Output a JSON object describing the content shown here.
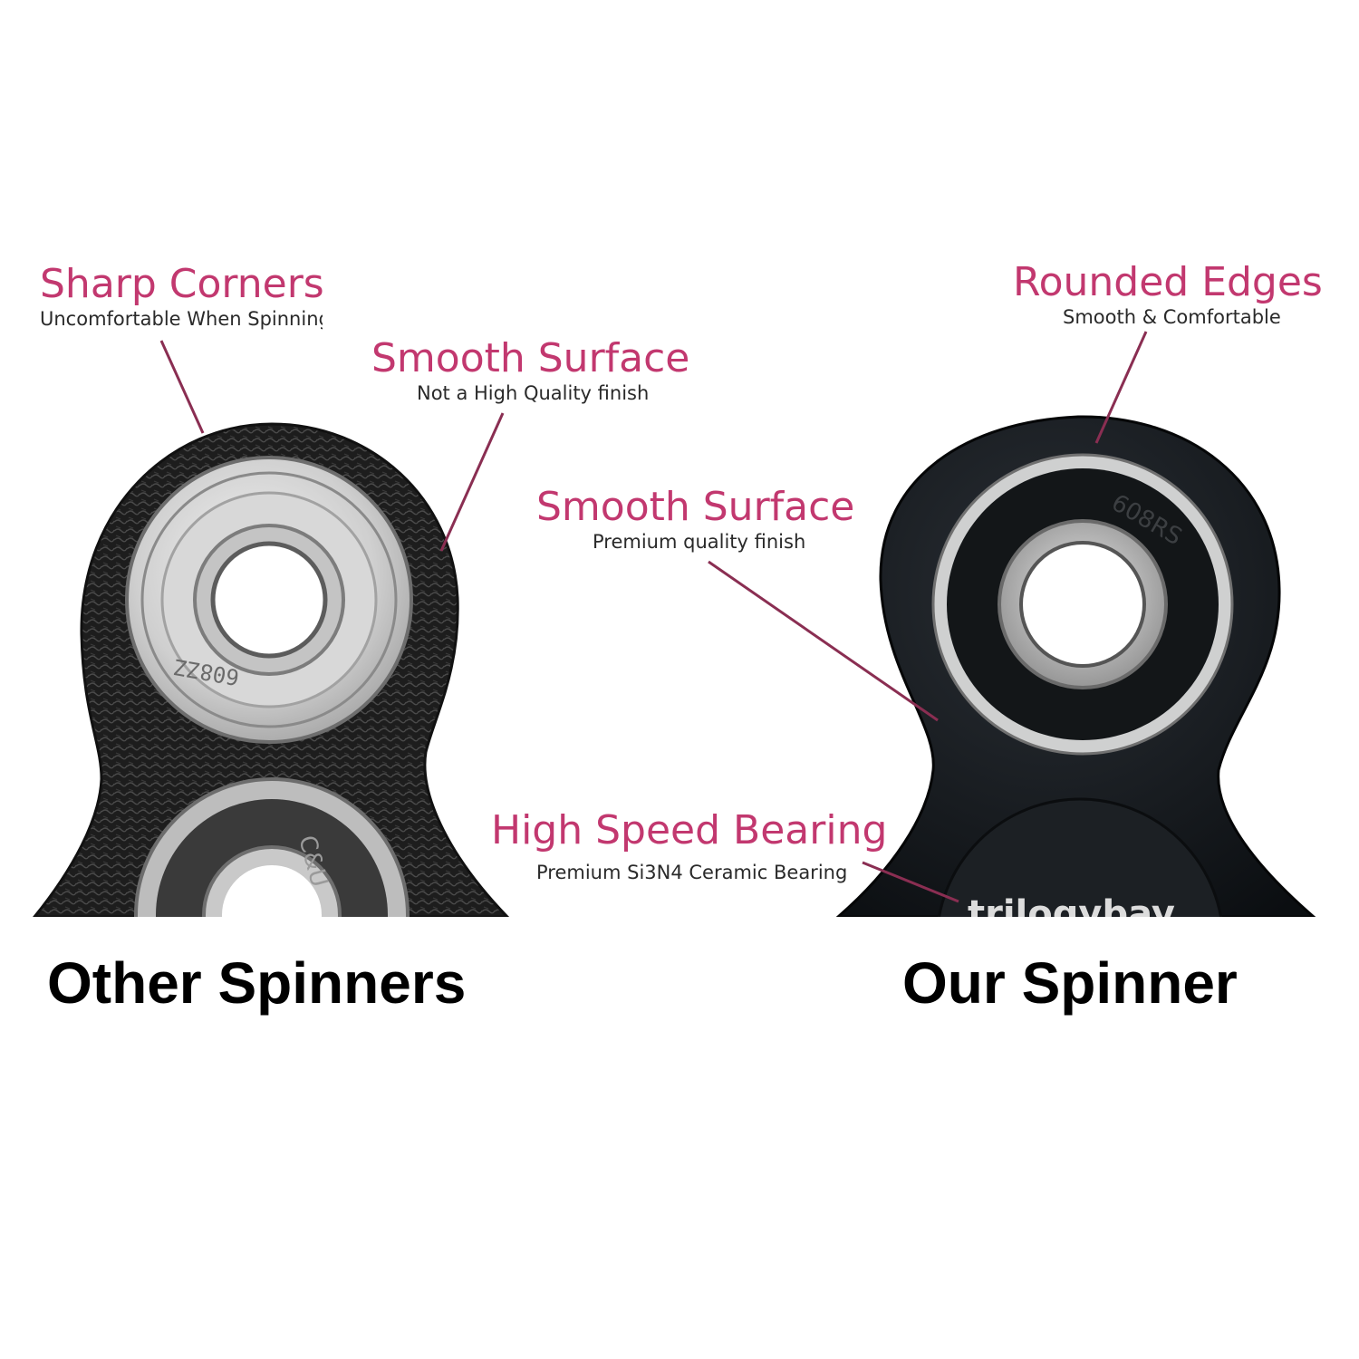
{
  "colors": {
    "accent": "#c2386f",
    "leader": "#8a2e52",
    "caption": "#000000",
    "background": "#ffffff"
  },
  "callouts": {
    "sharp_corners": {
      "title": "Sharp Corners",
      "subtitle": "Uncomfortable When Spinning"
    },
    "smooth_surface_other": {
      "title": "Smooth Surface",
      "subtitle": "Not a High Quality finish"
    },
    "rounded_edges": {
      "title": "Rounded Edges",
      "subtitle": "Smooth & Comfortable"
    },
    "smooth_surface_ours": {
      "title": "Smooth Surface",
      "subtitle": "Premium quality finish"
    },
    "high_speed_bearing": {
      "title": "High Speed Bearing",
      "subtitle": "Premium Si3N4 Ceramic Bearing"
    }
  },
  "captions": {
    "left": "Other Spinners",
    "right": "Our Spinner"
  },
  "product_marks": {
    "bearing_code_left": "608ZZ",
    "bearing_mark_left_lower": "C&U",
    "bearing_code_right": "608RS",
    "brand_text": "trilogybay"
  }
}
